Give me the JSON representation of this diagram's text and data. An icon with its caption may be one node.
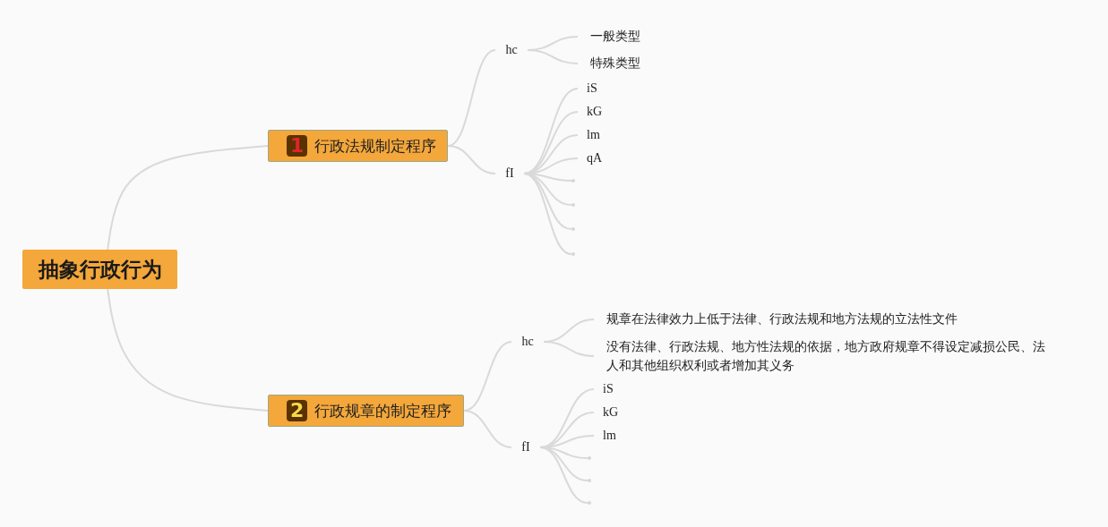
{
  "diagram": {
    "nodes": [
      {
        "text": [
          "抽象行政行为"
        ]
      },
      {
        "text": [
          "1",
          "行政法规制定程序"
        ]
      },
      {
        "text": [
          "hc"
        ]
      },
      {
        "text": [
          "一般类型"
        ]
      },
      {
        "text": [
          "特殊类型"
        ]
      },
      {
        "text": [
          "fI"
        ]
      },
      {
        "text": [
          "iS"
        ]
      },
      {
        "text": [
          "kG"
        ]
      },
      {
        "text": [
          "lm"
        ]
      },
      {
        "text": [
          "qA"
        ]
      },
      {
        "text": [],
        "shape": "dot"
      },
      {
        "text": [],
        "shape": "dot"
      },
      {
        "text": [],
        "shape": "dot"
      },
      {
        "text": [],
        "shape": "dot"
      },
      {
        "text": [
          "2",
          "行政规章的制定程序"
        ]
      },
      {
        "text": [
          "hc"
        ]
      },
      {
        "text": [
          "规章在法律效力上低于法律、行政法规和地方法规的立法性文件"
        ]
      },
      {
        "text": [
          "没有法律、行政法规、地方性法规的依据，地方政府规章不得设定减损公民、法人和其他组织权利或者增加其义务"
        ]
      },
      {
        "text": [
          "fI"
        ]
      },
      {
        "text": [
          "iS"
        ]
      },
      {
        "text": [
          "kG"
        ]
      },
      {
        "text": [
          "lm"
        ]
      },
      {
        "text": [],
        "shape": "dot"
      },
      {
        "text": [],
        "shape": "dot"
      },
      {
        "text": [],
        "shape": "dot"
      }
    ],
    "edges": [
      {
        "from": 0,
        "to": 1,
        "arrow": "none"
      },
      {
        "from": 0,
        "to": 14,
        "arrow": "none"
      },
      {
        "from": 1,
        "to": 2,
        "arrow": "none"
      },
      {
        "from": 1,
        "to": 5,
        "arrow": "none"
      },
      {
        "from": 2,
        "to": 3,
        "arrow": "none"
      },
      {
        "from": 2,
        "to": 4,
        "arrow": "none"
      },
      {
        "from": 5,
        "to": 6,
        "arrow": "none"
      },
      {
        "from": 5,
        "to": 7,
        "arrow": "none"
      },
      {
        "from": 5,
        "to": 8,
        "arrow": "none"
      },
      {
        "from": 5,
        "to": 9,
        "arrow": "none"
      },
      {
        "from": 5,
        "to": 10,
        "arrow": "none"
      },
      {
        "from": 5,
        "to": 11,
        "arrow": "none"
      },
      {
        "from": 5,
        "to": 12,
        "arrow": "none"
      },
      {
        "from": 5,
        "to": 13,
        "arrow": "none"
      },
      {
        "from": 14,
        "to": 15,
        "arrow": "none"
      },
      {
        "from": 14,
        "to": 18,
        "arrow": "none"
      },
      {
        "from": 15,
        "to": 16,
        "arrow": "none"
      },
      {
        "from": 15,
        "to": 17,
        "arrow": "none"
      },
      {
        "from": 18,
        "to": 19,
        "arrow": "none"
      },
      {
        "from": 18,
        "to": 20,
        "arrow": "none"
      },
      {
        "from": 18,
        "to": 21,
        "arrow": "none"
      },
      {
        "from": 18,
        "to": 22,
        "arrow": "none"
      },
      {
        "from": 18,
        "to": 23,
        "arrow": "none"
      },
      {
        "from": 18,
        "to": 24,
        "arrow": "none"
      }
    ]
  }
}
